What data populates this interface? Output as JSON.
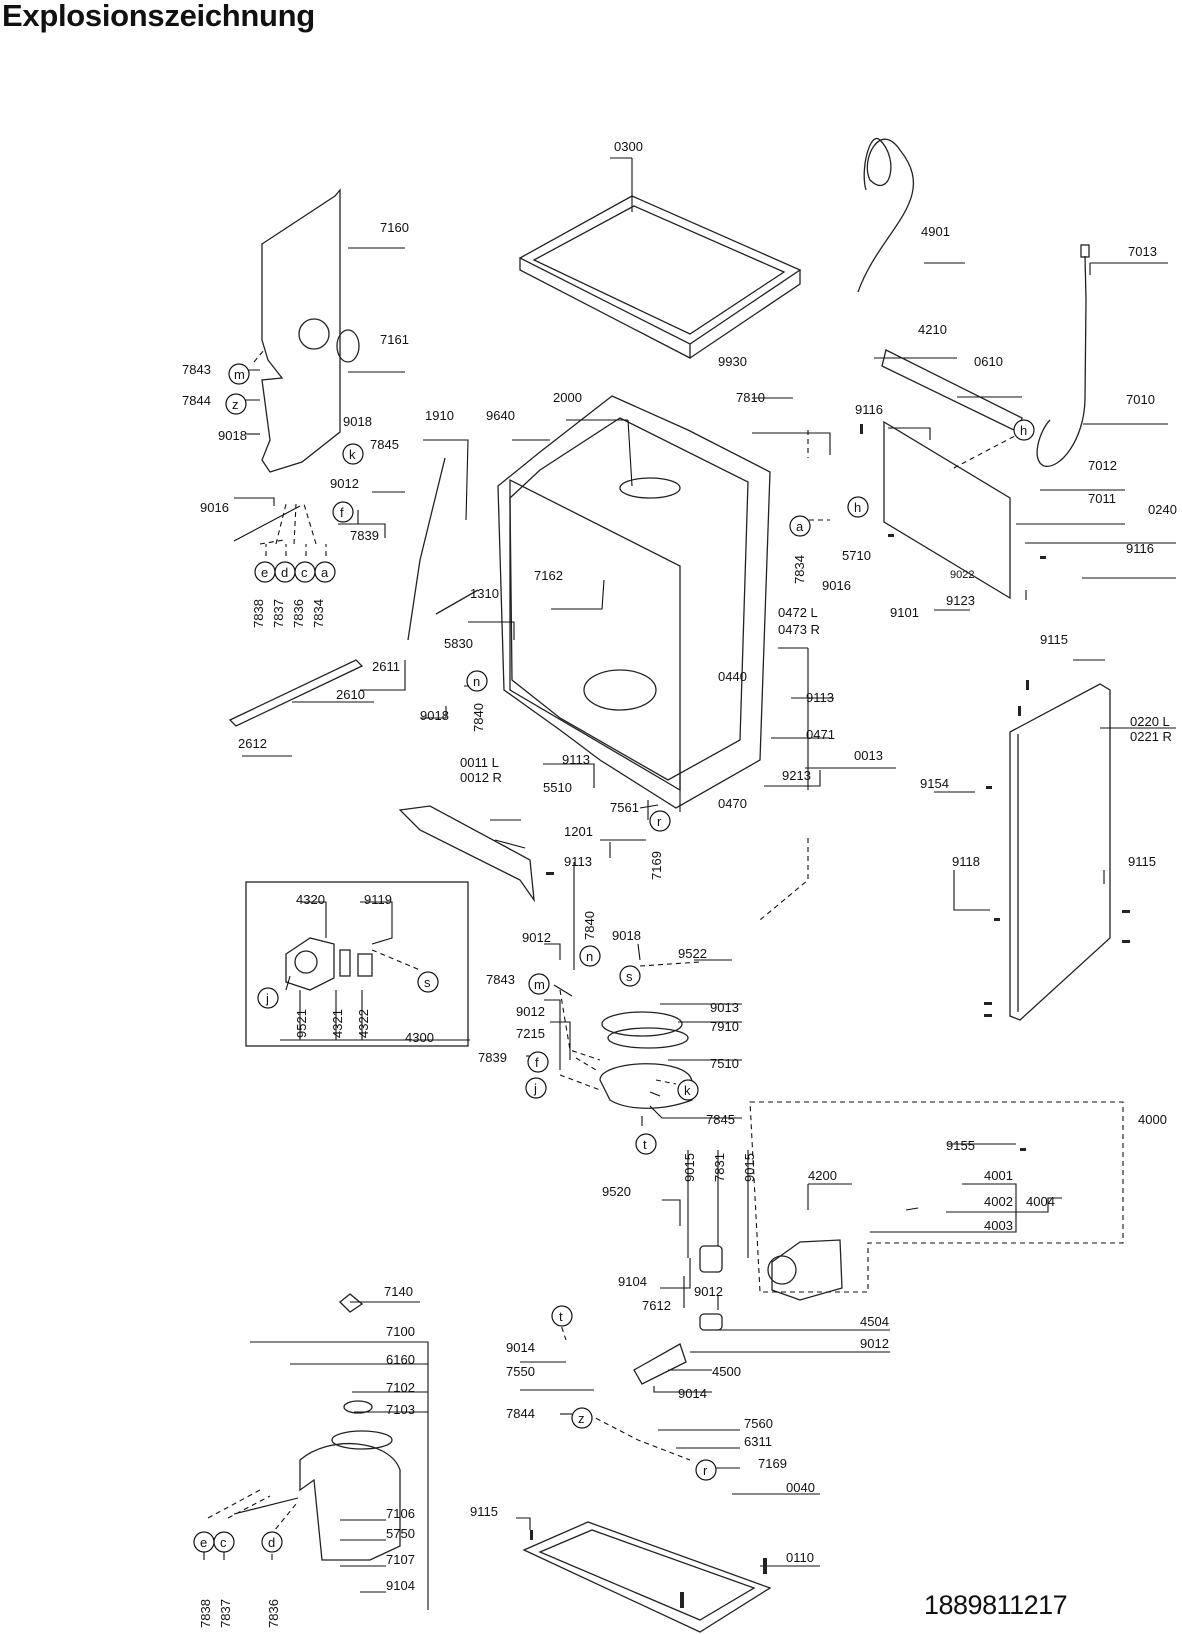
{
  "title": "Explosionszeichnung",
  "drawing_number": "1889811217",
  "labels": {
    "p0300": "0300",
    "p4901": "4901",
    "p7013": "7013",
    "p7160": "7160",
    "p7161": "7161",
    "p4210": "4210",
    "p0610": "0610",
    "p9930": "9930",
    "p7843a": "7843",
    "p7844a": "7844",
    "p9018a": "9018",
    "p9018b": "9018",
    "p7845a": "7845",
    "p1910": "1910",
    "p9640": "9640",
    "p2000": "2000",
    "p7810": "7810",
    "p9116a": "9116",
    "p7010": "7010",
    "p7012": "7012",
    "p7011": "7011",
    "p0240": "0240",
    "p9116b": "9116",
    "p9012a": "9012",
    "p9016a": "9016",
    "p7839a": "7839",
    "p7834a": "7834",
    "p7838a": "7838",
    "p7837a": "7837",
    "p7836a": "7836",
    "p7834b": "7834",
    "p7162": "7162",
    "p5710": "5710",
    "p9016b": "9016",
    "p9022": "9022",
    "p9101": "9101",
    "p9123": "9123",
    "p1310": "1310",
    "p0472": "0472 L",
    "p0473": "0473 R",
    "p2611": "2611",
    "p5830": "5830",
    "p2610": "2610",
    "p9018c": "9018",
    "p7840a": "7840",
    "p0440": "0440",
    "p9113a": "9113",
    "p0471": "0471",
    "p0013": "0013",
    "p9213": "9213",
    "p0470": "0470",
    "p2612": "2612",
    "p0011": "0011 L",
    "p0012": "0012 R",
    "p9113b": "9113",
    "p5510": "5510",
    "p7561": "7561",
    "p9115a": "9115",
    "p0220": "0220 L",
    "p0221": "0221 R",
    "p9154": "9154",
    "p1201": "1201",
    "p9113c": "9113",
    "p7169a": "7169",
    "p9118": "9118",
    "p9115b": "9115",
    "p4320": "4320",
    "p9119": "9119",
    "p9521": "9521",
    "p4321": "4321",
    "p4322": "4322",
    "p4300": "4300",
    "p7840b": "7840",
    "p9012b": "9012",
    "p9018d": "9018",
    "p9522": "9522",
    "p7843b": "7843",
    "p9012c": "9012",
    "p9013": "9013",
    "p7910": "7910",
    "p7215": "7215",
    "p7839b": "7839",
    "p7510": "7510",
    "p7845b": "7845",
    "p4000": "4000",
    "p9155": "9155",
    "p9015a": "9015",
    "p7831": "7831",
    "p9015b": "9015",
    "p4200": "4200",
    "p4001": "4001",
    "p4002": "4002",
    "p4004": "4004",
    "p4003": "4003",
    "p9520": "9520",
    "p9104a": "9104",
    "p7612": "7612",
    "p9012d": "9012",
    "p7140": "7140",
    "p7100": "7100",
    "p4504": "4504",
    "p9014a": "9014",
    "p9012e": "9012",
    "p6160": "6160",
    "p7550": "7550",
    "p4500": "4500",
    "p9014b": "9014",
    "p7102": "7102",
    "p7103": "7103",
    "p7844b": "7844",
    "p7560": "7560",
    "p6311": "6311",
    "p7169b": "7169",
    "p0040": "0040",
    "p9115c": "9115",
    "p7106": "7106",
    "p5750": "5750",
    "p7107": "7107",
    "p0110": "0110",
    "p9104b": "9104",
    "p7838b": "7838",
    "p7837b": "7837",
    "p7836b": "7836"
  },
  "callouts": {
    "m1": "m",
    "z1": "z",
    "k1": "k",
    "f1": "f",
    "e1": "e",
    "d1": "d",
    "c1": "c",
    "a1": "a",
    "a2": "a",
    "h1": "h",
    "h2": "h",
    "n1": "n",
    "r1": "r",
    "j1": "j",
    "s1": "s",
    "m2": "m",
    "n2": "n",
    "s2": "s",
    "f2": "f",
    "j2": "j",
    "k2": "k",
    "t1": "t",
    "t2": "t",
    "z2": "z",
    "r2": "r",
    "e2": "e",
    "c2": "c",
    "d2": "d"
  }
}
